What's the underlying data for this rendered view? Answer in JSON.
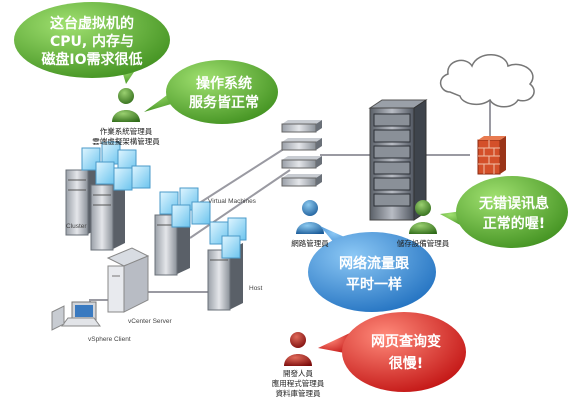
{
  "bubbles": {
    "vm_issue": {
      "lines": [
        "这台虚拟机的",
        "CPU, 内存与",
        "磁盘IO需求很低"
      ],
      "color": "#5aaa2a"
    },
    "os_ok": {
      "lines": [
        "操作系统",
        "服务皆正常"
      ],
      "color": "#5aaa2a"
    },
    "network": {
      "lines": [
        "网络流量跟",
        "平时一样"
      ],
      "color": "#2b7fd0"
    },
    "storage": {
      "lines": [
        "无错误讯息",
        "正常的喔!"
      ],
      "color": "#5aaa2a"
    },
    "web_slow": {
      "lines": [
        "网页查询变",
        "很慢!"
      ],
      "color": "#e01010"
    }
  },
  "people": {
    "os_admin": {
      "lines": [
        "作業系統管理員",
        "雲端虛擬架構管理員"
      ],
      "color": "#3a7a22"
    },
    "net_admin": {
      "lines": [
        "網路管理員"
      ],
      "color": "#1a6aa8"
    },
    "storage_admin": {
      "lines": [
        "儲存設備管理員"
      ],
      "color": "#3a7a22"
    },
    "dev": {
      "lines": [
        "開發人員",
        "應用程式管理員",
        "資料庫管理員"
      ],
      "color": "#9a1010"
    }
  },
  "labels": {
    "virtual_machines": "Virtual Machines",
    "cluster": "Cluster",
    "host": "Host",
    "vcenter_server": "vCenter Server",
    "vsphere_client": "vSphere Client"
  },
  "accent_colors": {
    "green": "#5aaa2a",
    "blue": "#2b7fd0",
    "red": "#e01010",
    "firewall": "#d4502a"
  }
}
